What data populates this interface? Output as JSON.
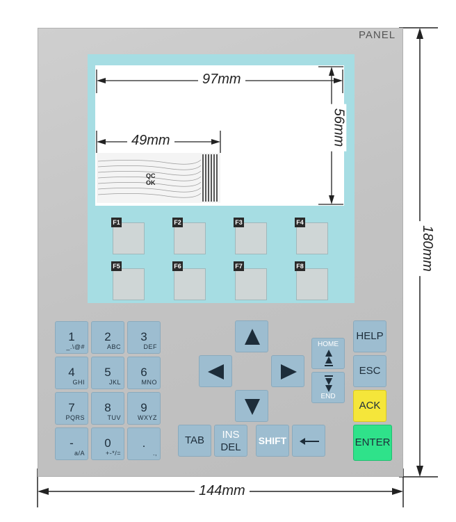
{
  "panel": {
    "brand": "PANEL"
  },
  "dimensions": {
    "screen_width": "97mm",
    "screen_height": "56mm",
    "flex_width": "49mm",
    "total_height": "180mm",
    "total_width": "144mm"
  },
  "cable_stamp": {
    "line1": "QC",
    "line2": "OK"
  },
  "function_keys": [
    "F1",
    "F2",
    "F3",
    "F4",
    "F5",
    "F6",
    "F7",
    "F8"
  ],
  "numpad": [
    {
      "num": "1",
      "sub": "_.\\@#"
    },
    {
      "num": "2",
      "sub": "ABC"
    },
    {
      "num": "3",
      "sub": "DEF"
    },
    {
      "num": "4",
      "sub": "GHI"
    },
    {
      "num": "5",
      "sub": "JKL"
    },
    {
      "num": "6",
      "sub": "MNO"
    },
    {
      "num": "7",
      "sub": "PQRS"
    },
    {
      "num": "8",
      "sub": "TUV"
    },
    {
      "num": "9",
      "sub": "WXYZ"
    },
    {
      "num": "-",
      "sub": "a/A"
    },
    {
      "num": "0",
      "sub": "+-*/="
    },
    {
      "num": ".",
      "sub": ".,"
    }
  ],
  "nav": {
    "home": "HOME",
    "end": "END",
    "tab": "TAB",
    "ins": "INS",
    "del": "DEL",
    "shift": "SHIFT"
  },
  "side_keys": {
    "help": "HELP",
    "esc": "ESC",
    "ack": "ACK",
    "enter": "ENTER"
  },
  "colors": {
    "key_blue": "#9dbdd0",
    "ack_yellow": "#f5e63a",
    "enter_green": "#2fe28a",
    "window_blue": "#a6dde3"
  }
}
